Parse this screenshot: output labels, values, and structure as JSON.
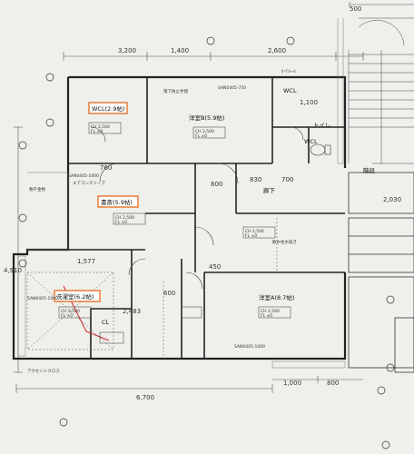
{
  "top_dims": {
    "d1": "3,200",
    "d2": "1,400",
    "d3": "2,600",
    "d4": "500"
  },
  "bottom_dims": {
    "d1": "6,700",
    "d2": "1,000",
    "d3": "800"
  },
  "side_dims": {
    "s1": "2,030",
    "s2": "4,910",
    "s3": "1,577",
    "s4": "830",
    "s5": "700"
  },
  "rooms": {
    "wcl2": "WCL(2.9帖)",
    "washitsu_b": "洋室B(5.9帖)",
    "wcl_upper": "WCL",
    "wcl_right": "WCL",
    "shoko": "書斎(5.9帖)",
    "sentaku": "洗濯室(6.2帖)",
    "washitsu_a": "洋室A(8.7帖)",
    "cl": "CL",
    "roka": "廊下",
    "toilet": "トイレ",
    "kaidan": "階段"
  },
  "notes": {
    "n1": "落下防止手摺",
    "n2": "SAN0405-750",
    "n3": "SAN0405-1000",
    "n4": "SAN0405-1000",
    "n5": "SAN0405-1000",
    "n6": "物干金物",
    "n7": "エアコンスリーブ",
    "n8": "散水栓水抜き",
    "n9": "ｶｰﾃﾝﾚｰﾙ",
    "n10": "アクセントクロス",
    "n11": "800",
    "n12": "450",
    "n13": "760",
    "n14": "600",
    "n15": "2,483",
    "n16": "1,100",
    "n17": "CH 2,500",
    "n18": "FL ±0"
  }
}
